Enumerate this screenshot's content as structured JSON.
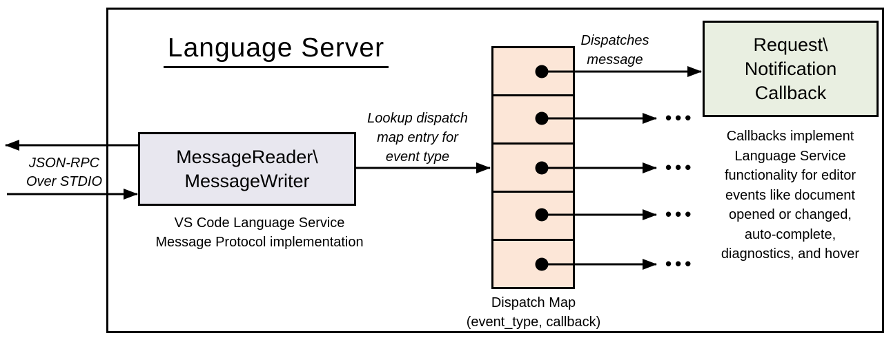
{
  "diagram": {
    "title": "Language Server",
    "stdio_label": {
      "line1": "JSON-RPC",
      "line2": "Over STDIO"
    },
    "reader_box": {
      "line1": "MessageReader\\",
      "line2": "MessageWriter"
    },
    "reader_caption": {
      "line1": "VS Code Language Service",
      "line2": "Message Protocol implementation"
    },
    "lookup_label": {
      "line1": "Lookup dispatch",
      "line2": "map entry for",
      "line3": "event type"
    },
    "dispatches_label": {
      "line1": "Dispatches",
      "line2": "message"
    },
    "dispatch_map_caption": {
      "line1": "Dispatch Map",
      "line2": "(event_type, callback)"
    },
    "callback_box": {
      "line1": "Request\\",
      "line2": "Notification",
      "line3": "Callback"
    },
    "callbacks_note": {
      "line1": "Callbacks implement",
      "line2": "Language Service",
      "line3": "functionality for editor",
      "line4": "events like document",
      "line5": "opened or changed,",
      "line6": "auto-complete,",
      "line7": "diagnostics, and hover"
    },
    "icons": {
      "ellipsis": "•••"
    },
    "colors": {
      "reader_fill": "#E8E7EF",
      "dispatch_cell_fill": "#FCE6D7",
      "callback_fill": "#E9EFE1",
      "stroke": "#000000"
    }
  }
}
